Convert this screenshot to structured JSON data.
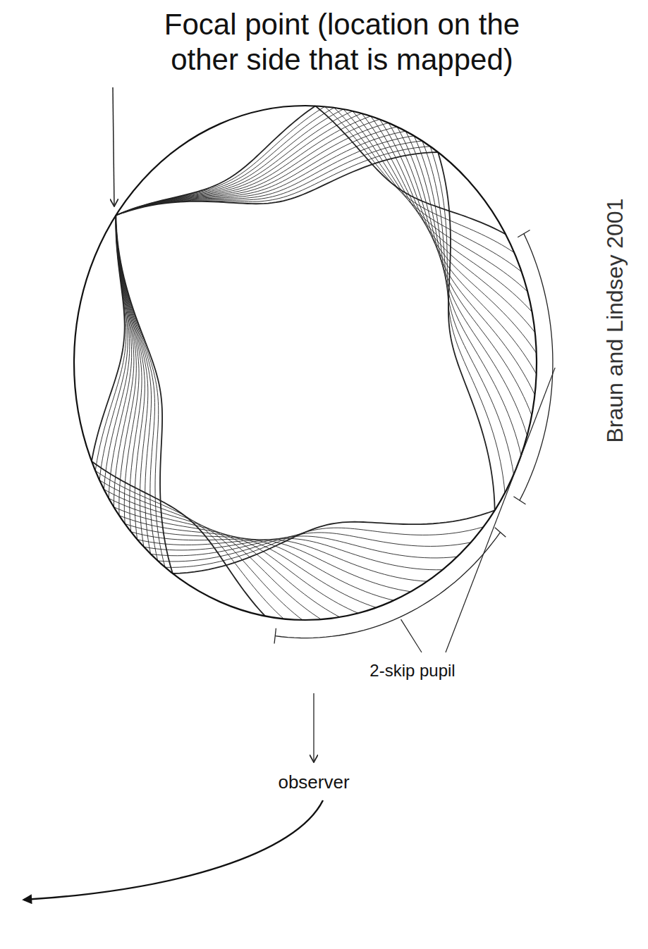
{
  "diagram": {
    "labels": [
      "Focal point (location on the other side that is mapped)",
      "Braun and Lindsey 2001",
      "2-skip pupil",
      "observer"
    ]
  }
}
